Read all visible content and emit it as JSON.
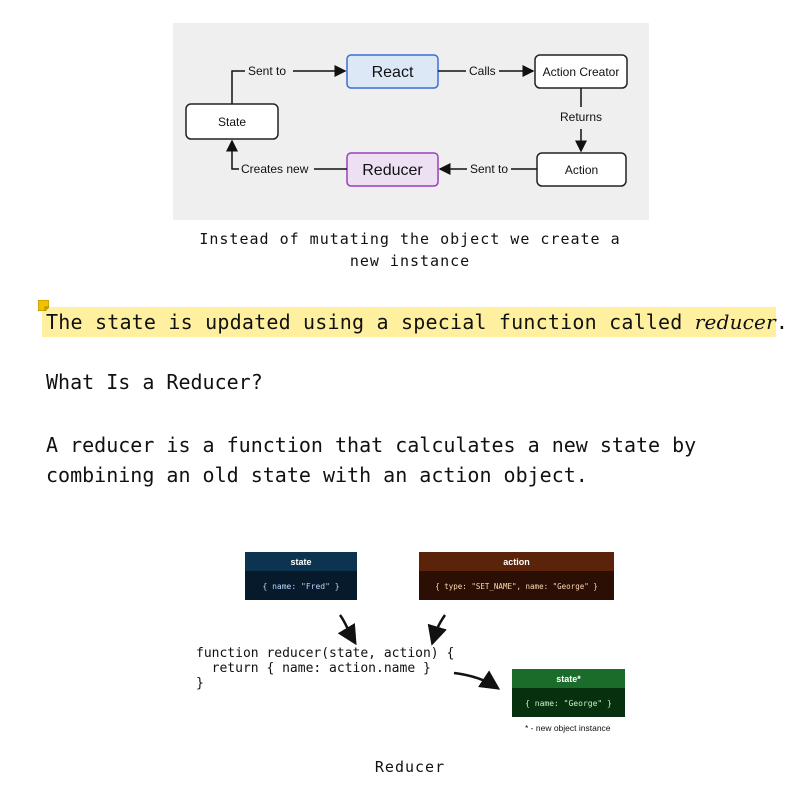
{
  "figure1": {
    "nodes": {
      "state": "State",
      "react": "React",
      "action_creator": "Action Creator",
      "action": "Action",
      "reducer": "Reducer"
    },
    "edges": {
      "sent_to_react": "Sent to",
      "calls": "Calls",
      "returns": "Returns",
      "sent_to_reducer": "Sent to",
      "creates_new": "Creates new"
    },
    "caption_line1": "Instead of mutating the object we create a",
    "caption_line2": "new instance"
  },
  "highlighted_paragraph": {
    "text": "The state is updated using a special function called ",
    "emphasis": "reducer",
    "end": "."
  },
  "heading": "What Is a Reducer?",
  "paragraph": {
    "line1": "A reducer is a function that calculates a new state by",
    "line2": "combining an old state with an action object."
  },
  "figure2": {
    "state_title": "state",
    "state_body": "{ name: \"Fred\" }",
    "action_title": "action",
    "action_body": "{ type: \"SET_NAME\", name: \"George\" }",
    "code_line1": "function reducer(state, action) {",
    "code_line2": "  return { name: action.name }",
    "code_line3": "}",
    "new_state_title": "state*",
    "new_state_body": "{ name: \"George\" }",
    "footnote": "* - new object instance",
    "caption": "Reducer"
  },
  "colors": {
    "react_fill": "#dde8f7",
    "react_stroke": "#3a6fd8",
    "reducer_fill": "#ece0f2",
    "reducer_stroke": "#9b3fc0",
    "highlight": "#fff0a0",
    "state_header": "#0c3450",
    "action_header": "#5a230a",
    "new_state_header": "#1b6b2a"
  }
}
